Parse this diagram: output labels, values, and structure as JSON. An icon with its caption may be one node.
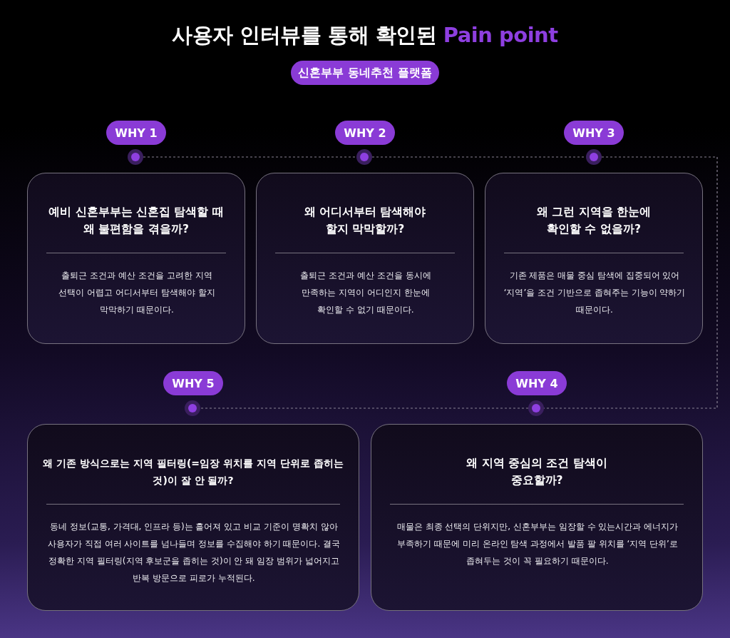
{
  "diagram": {
    "title": "사용자 인터뷰를 통해 확인된 **Pain point**",
    "nodes": [
      {
        "text": [
          "신혼부부 동네추천 플랫폼"
        ]
      },
      {
        "text": [
          "WHY 1"
        ]
      },
      {
        "text": [
          "WHY 2"
        ]
      },
      {
        "text": [
          "WHY 3"
        ]
      },
      {
        "text": [],
        "shape": "circle"
      },
      {
        "text": [],
        "shape": "circle"
      },
      {
        "text": [],
        "shape": "circle"
      },
      {
        "text": [
          "예비 신혼부부는 신혼집 탐색할 때 왜 불편함을 겪을까?",
          "출퇴근 조건과 예산 조건을 고려한 지역 선택이 어렵고 어디서부터 탐색해야 할지 막막하기 때문이다."
        ]
      },
      {
        "text": [
          "왜 어디서부터 탐색해야 할지 막막할까?",
          "출퇴근 조건과 예산 조건을 동시에 만족하는 지역이 어디인지 한눈에 확인할 수 없기 때문이다."
        ]
      },
      {
        "text": [
          "왜 그런 지역을 한눈에 확인할 수 없을까?",
          "기존 제품은 매물 중심 탐색에 집중되어 있어 ‘지역’을 조건 기반으로 좁혀주는 기능이 약하기 때문이다."
        ]
      },
      {
        "text": [
          "WHY 5"
        ]
      },
      {
        "text": [
          "WHY 4"
        ]
      },
      {
        "text": [],
        "shape": "circle"
      },
      {
        "text": [],
        "shape": "circle"
      },
      {
        "text": [
          "왜 기존 방식으로는 지역 필터링(=임장 위치를 지역 단위로 좁히는 것)이 잘 안 될까?",
          "동네 정보(교통, 가격대, 인프라 등)는 흩어져 있고 비교 기준이 명확치 않아 사용자가 직접 여러 사이트를 넘나들며 정보를 수집해야 하기 때문이다. 결국 정확한 지역 필터링(지역 후보군을 좁히는 것)이 안 돼 임장 범위가 넓어지고 반복 방문으로 피로가 누적된다."
        ]
      },
      {
        "text": [
          "왜 지역 중심의 조건 탐색이 중요할까?",
          "매물은 최종 선택의 단위지만, 신혼부부는 임장할 수 있는시간과 에너지가 부족하기 때문에 미리 온라인 탐색 과정에서 발품 팔 위치를 ‘지역 단위’로 좁혀두는 것이 꼭 필요하기 때문이다."
        ]
      }
    ],
    "edges": [
      {
        "from": 4,
        "to": 5,
        "arrow": "none",
        "style": "dashed"
      },
      {
        "from": 5,
        "to": 6,
        "arrow": "none",
        "style": "dashed"
      },
      {
        "from": 6,
        "to": 13,
        "arrow": "none",
        "style": "dashed"
      },
      {
        "from": 13,
        "to": 12,
        "arrow": "none",
        "style": "dashed"
      }
    ]
  }
}
